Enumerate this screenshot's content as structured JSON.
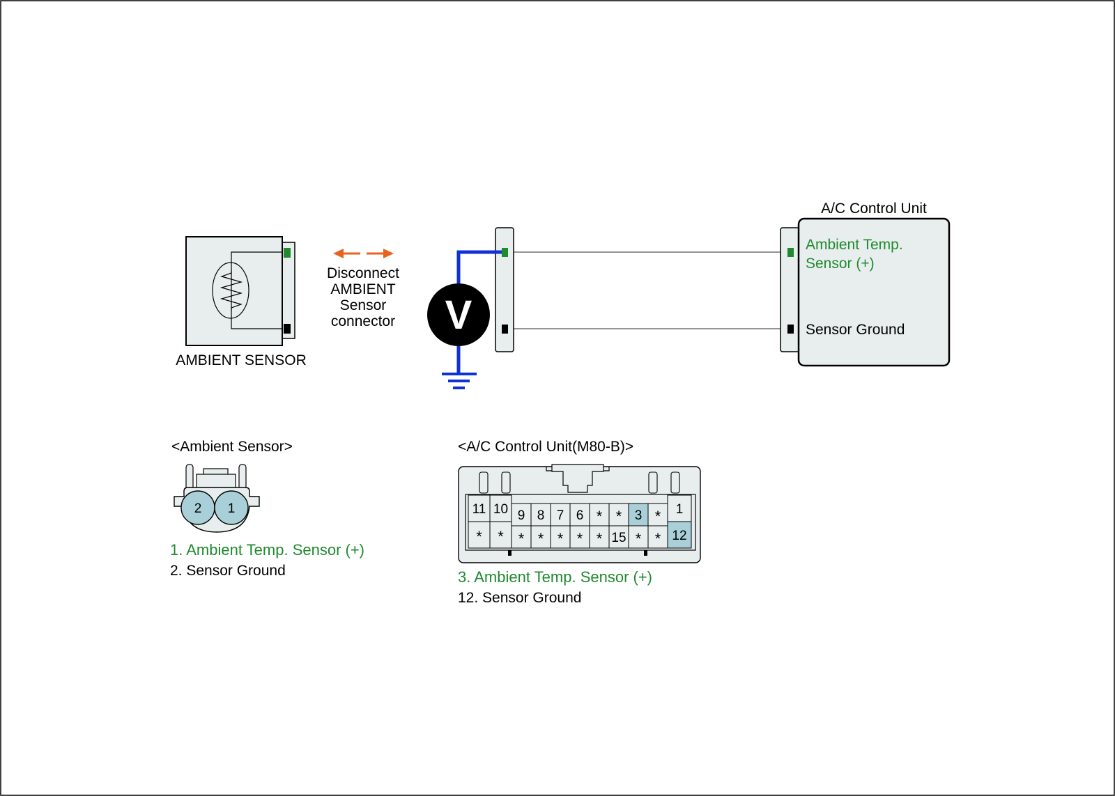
{
  "colors": {
    "green": "#1f8a2e",
    "black": "#000000",
    "panel_fill": "#e8eeee",
    "pin_fill": "#a9cfd8",
    "meter_wire": "#1030d8",
    "arrow": "#e8641e",
    "ground": "#1030d8"
  },
  "sensor": {
    "label": "AMBIENT SENSOR",
    "icon": "thermistor-icon"
  },
  "disconnect": {
    "lines": [
      "Disconnect",
      "AMBIENT",
      "Sensor",
      "connector"
    ],
    "icon": "double-arrow-icon"
  },
  "meter": {
    "label": "V",
    "icon": "ground-icon"
  },
  "control_unit": {
    "title": "A/C Control Unit",
    "pin_plus_lines": [
      "Ambient Temp.",
      "Sensor (+)"
    ],
    "pin_ground": "Sensor Ground"
  },
  "sensor_connector": {
    "title": "<Ambient Sensor>",
    "pins": [
      "2",
      "1"
    ],
    "legend": [
      {
        "text": "1. Ambient Temp. Sensor (+)",
        "color": "green"
      },
      {
        "text": "2. Sensor Ground",
        "color": "black"
      }
    ]
  },
  "acu_connector": {
    "title": "<A/C Control Unit(M80-B)>",
    "top_left": [
      "11",
      "10"
    ],
    "top_row": [
      "9",
      "8",
      "7",
      "6",
      "*",
      "*",
      "3",
      "*"
    ],
    "top_right": "1",
    "bottom_left": [
      "*",
      "*"
    ],
    "bottom_row": [
      "*",
      "*",
      "*",
      "*",
      "*",
      "15",
      "*",
      "*"
    ],
    "bottom_right": "12",
    "highlighted": [
      "3",
      "12"
    ],
    "legend": [
      {
        "text": "3. Ambient Temp. Sensor (+)",
        "color": "green"
      },
      {
        "text": "12. Sensor Ground",
        "color": "black"
      }
    ]
  }
}
